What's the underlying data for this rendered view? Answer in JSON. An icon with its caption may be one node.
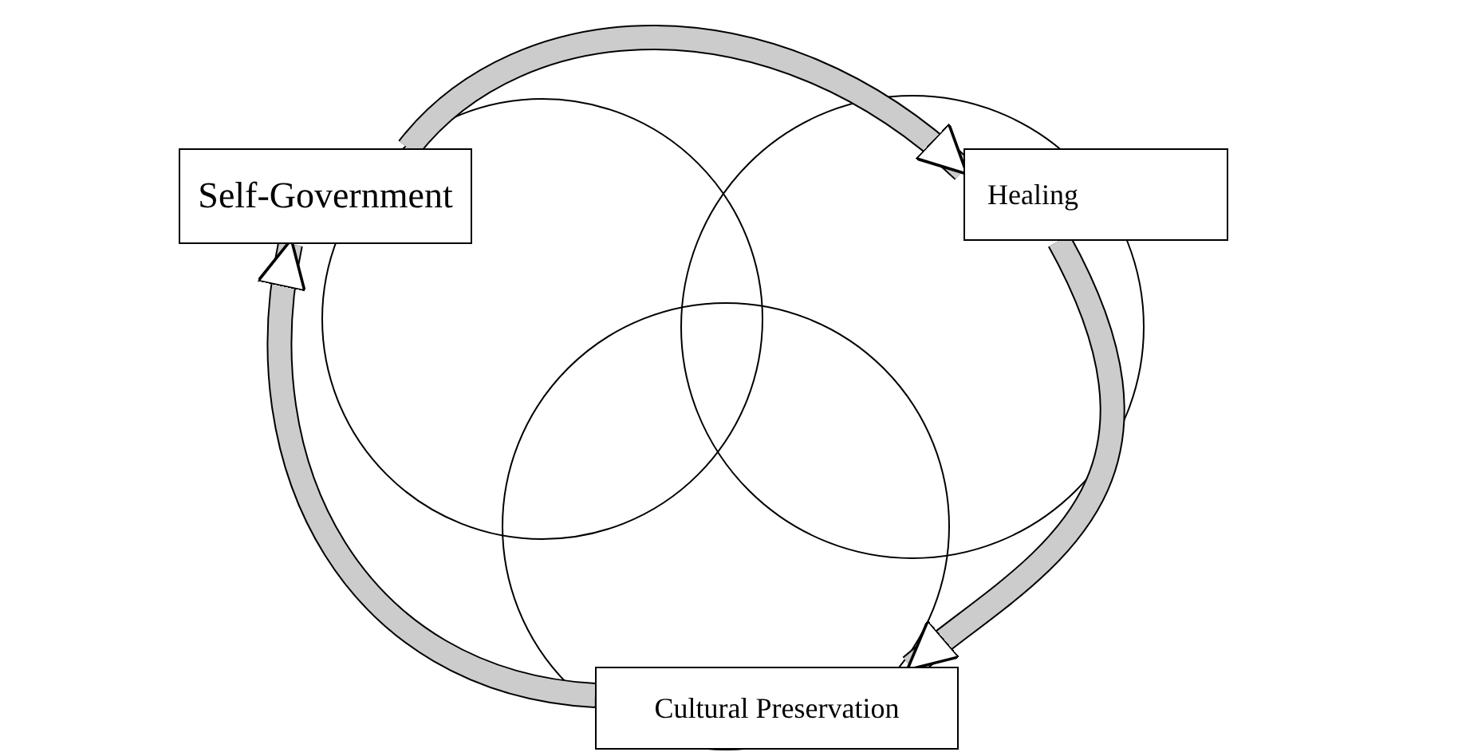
{
  "diagram": {
    "nodes": [
      {
        "text": [
          "Self-Government"
        ]
      },
      {
        "text": [
          "Healing"
        ]
      },
      {
        "text": [
          "Cultural Preservation"
        ]
      }
    ],
    "edges": [
      {
        "from": 0,
        "to": 1,
        "arrow": "to"
      },
      {
        "from": 1,
        "to": 2,
        "arrow": "to"
      },
      {
        "from": 2,
        "to": 0,
        "arrow": "to"
      }
    ]
  }
}
